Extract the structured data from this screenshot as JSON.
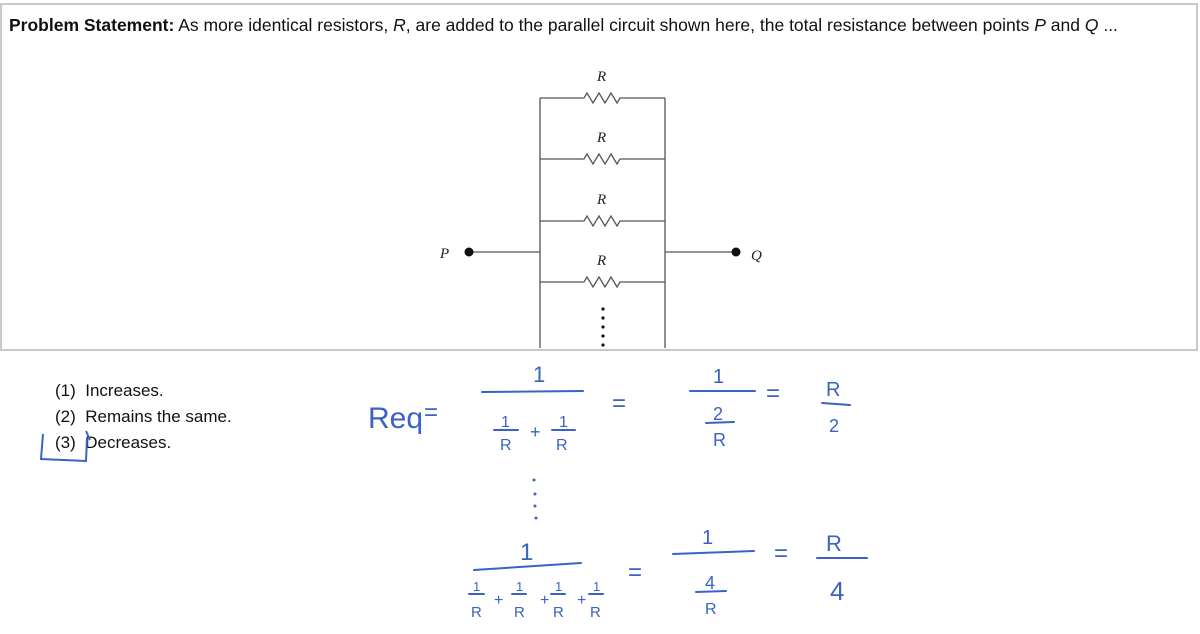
{
  "problem": {
    "label": "Problem Statement:",
    "text_part1": " As more identical resistors, ",
    "var_R": "R",
    "text_part2": ", are added to the parallel circuit shown here, the total resistance between points ",
    "var_P": "P",
    "text_and": " and ",
    "var_Q": "Q",
    "text_end": " ..."
  },
  "circuit": {
    "resistor_label": "R",
    "point_p": "P",
    "point_q": "Q",
    "resistor_count_shown": 4
  },
  "options": [
    {
      "number": "(1)",
      "text": "Increases."
    },
    {
      "number": "(2)",
      "text": "Remains the same."
    },
    {
      "number": "(3)",
      "text": "Decreases.",
      "selected": true
    }
  ],
  "handwriting": {
    "color": "#3b62c4",
    "req": "Req",
    "eq": "=",
    "one": "1",
    "R": "R",
    "plus": "+",
    "two": "2",
    "four": "4"
  }
}
